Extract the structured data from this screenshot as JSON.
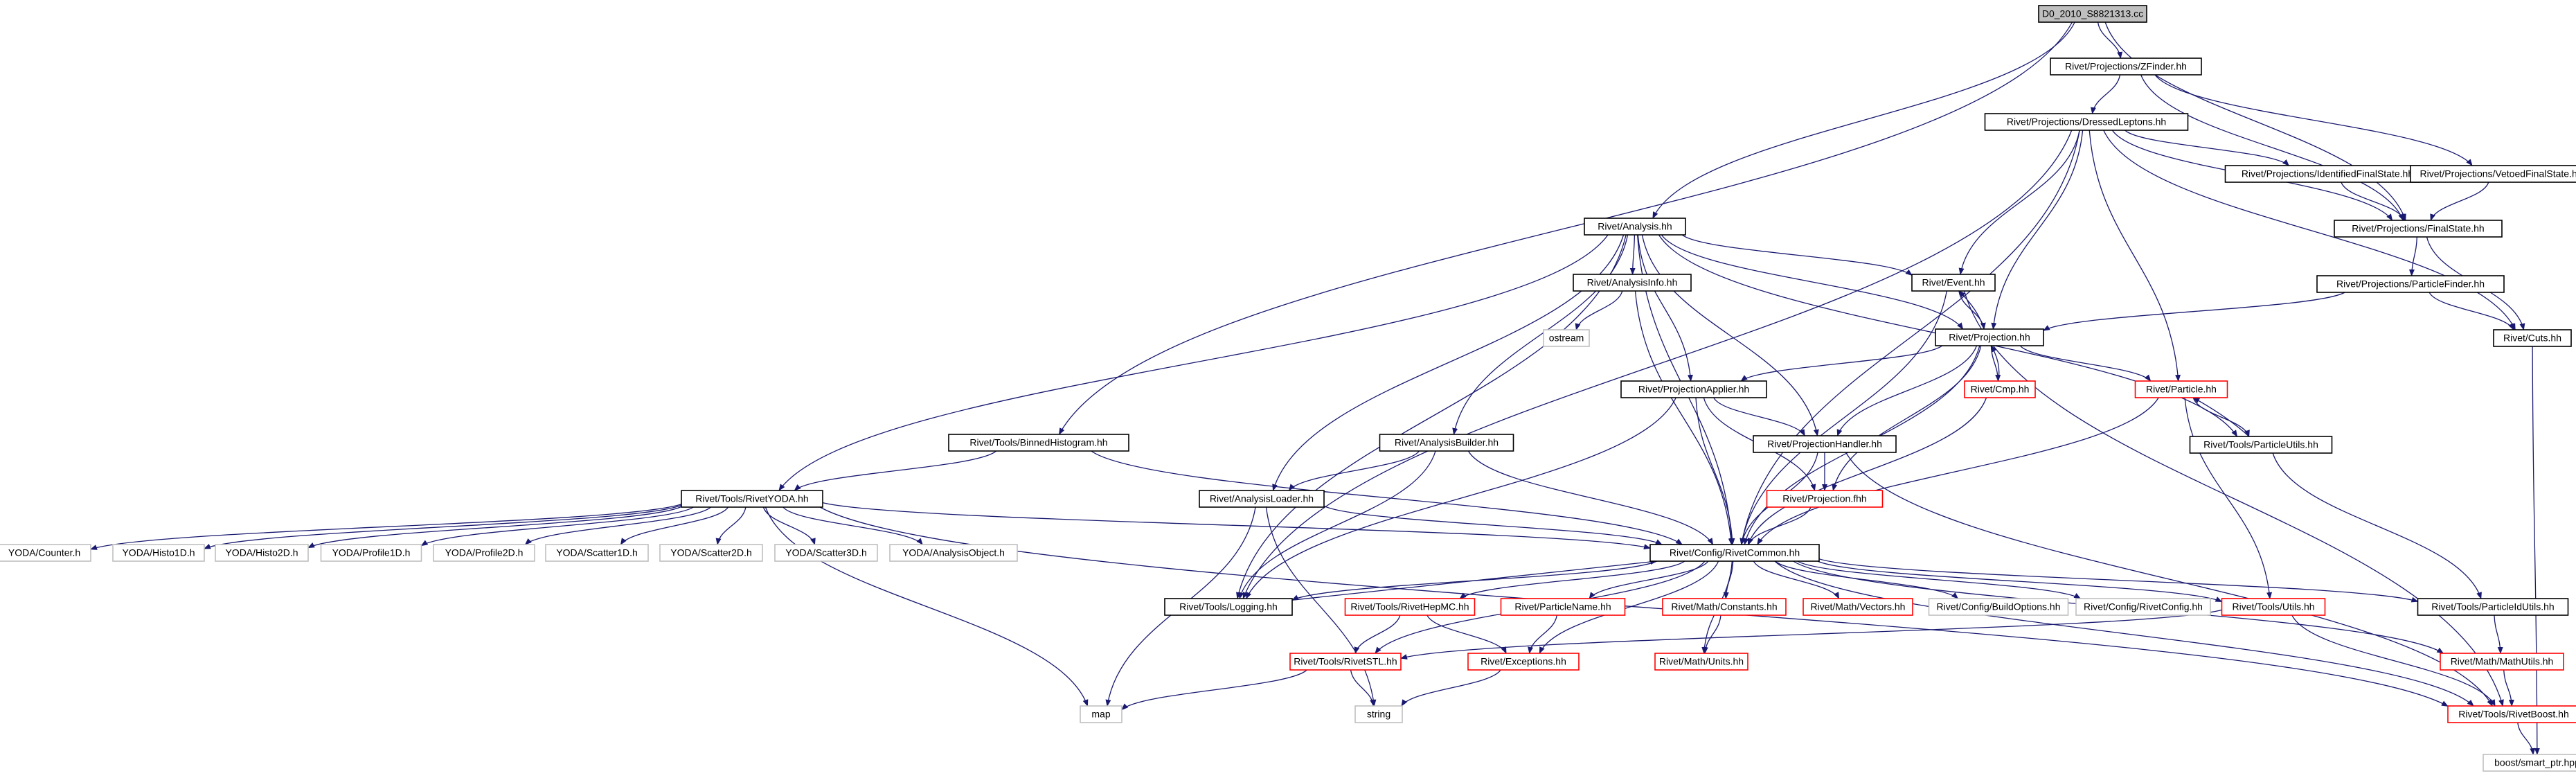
{
  "colors": {
    "edge": "#191970",
    "border_normal": "#000000",
    "border_red": "#ff0000",
    "border_gray": "#bfbfbf",
    "root_fill": "#bfbfbf",
    "text": "#000000"
  },
  "nodes": {
    "root": {
      "label": "D0_2010_S8821313.cc",
      "style": "root"
    },
    "zfinder": {
      "label": "Rivet/Projections/ZFinder.hh",
      "style": "normal"
    },
    "dressed": {
      "label": "Rivet/Projections/DressedLeptons.hh",
      "style": "normal"
    },
    "identfs": {
      "label": "Rivet/Projections/IdentifiedFinalState.hh",
      "style": "normal"
    },
    "vetoedfs": {
      "label": "Rivet/Projections/VetoedFinalState.hh",
      "style": "normal"
    },
    "finalstate": {
      "label": "Rivet/Projections/FinalState.hh",
      "style": "normal"
    },
    "analysis": {
      "label": "Rivet/Analysis.hh",
      "style": "normal"
    },
    "partfinder": {
      "label": "Rivet/Projections/ParticleFinder.hh",
      "style": "normal"
    },
    "event": {
      "label": "Rivet/Event.hh",
      "style": "normal"
    },
    "anainfo": {
      "label": "Rivet/AnalysisInfo.hh",
      "style": "normal"
    },
    "cuts": {
      "label": "Rivet/Cuts.hh",
      "style": "normal"
    },
    "projection": {
      "label": "Rivet/Projection.hh",
      "style": "normal"
    },
    "ostream": {
      "label": "ostream",
      "style": "gray"
    },
    "projapplier": {
      "label": "Rivet/ProjectionApplier.hh",
      "style": "normal"
    },
    "cmp": {
      "label": "Rivet/Cmp.hh",
      "style": "red"
    },
    "particle": {
      "label": "Rivet/Particle.hh",
      "style": "red"
    },
    "binnedhisto": {
      "label": "Rivet/Tools/BinnedHistogram.hh",
      "style": "normal"
    },
    "anabuilder": {
      "label": "Rivet/AnalysisBuilder.hh",
      "style": "normal"
    },
    "projhandler": {
      "label": "Rivet/ProjectionHandler.hh",
      "style": "normal"
    },
    "particleutils": {
      "label": "Rivet/Tools/ParticleUtils.hh",
      "style": "normal"
    },
    "rivetyoda": {
      "label": "Rivet/Tools/RivetYODA.hh",
      "style": "normal"
    },
    "analoader": {
      "label": "Rivet/AnalysisLoader.hh",
      "style": "normal"
    },
    "projfhh": {
      "label": "Rivet/Projection.fhh",
      "style": "red"
    },
    "yodacounter": {
      "label": "YODA/Counter.h",
      "style": "gray"
    },
    "yodahisto1d": {
      "label": "YODA/Histo1D.h",
      "style": "gray"
    },
    "yodahisto2d": {
      "label": "YODA/Histo2D.h",
      "style": "gray"
    },
    "yodaprofile1d": {
      "label": "YODA/Profile1D.h",
      "style": "gray"
    },
    "yodaprofile2d": {
      "label": "YODA/Profile2D.h",
      "style": "gray"
    },
    "yodascatter1d": {
      "label": "YODA/Scatter1D.h",
      "style": "gray"
    },
    "yodascatter2d": {
      "label": "YODA/Scatter2D.h",
      "style": "gray"
    },
    "yodascatter3d": {
      "label": "YODA/Scatter3D.h",
      "style": "gray"
    },
    "yodaanaobj": {
      "label": "YODA/AnalysisObject.h",
      "style": "gray"
    },
    "common": {
      "label": "Rivet/Config/RivetCommon.hh",
      "style": "normal"
    },
    "logging": {
      "label": "Rivet/Tools/Logging.hh",
      "style": "normal"
    },
    "rivethepmc": {
      "label": "Rivet/Tools/RivetHepMC.hh",
      "style": "red"
    },
    "particlename": {
      "label": "Rivet/ParticleName.hh",
      "style": "red"
    },
    "mathconst": {
      "label": "Rivet/Math/Constants.hh",
      "style": "red"
    },
    "mathvectors": {
      "label": "Rivet/Math/Vectors.hh",
      "style": "red"
    },
    "buildopts": {
      "label": "Rivet/Config/BuildOptions.hh",
      "style": "gray"
    },
    "rivetconfig": {
      "label": "Rivet/Config/RivetConfig.hh",
      "style": "gray"
    },
    "toolsutils": {
      "label": "Rivet/Tools/Utils.hh",
      "style": "red"
    },
    "particleidutils": {
      "label": "Rivet/Tools/ParticleIdUtils.hh",
      "style": "normal"
    },
    "rivetstl": {
      "label": "Rivet/Tools/RivetSTL.hh",
      "style": "red"
    },
    "exceptions": {
      "label": "Rivet/Exceptions.hh",
      "style": "red"
    },
    "mathunits": {
      "label": "Rivet/Math/Units.hh",
      "style": "red"
    },
    "mathutils": {
      "label": "Rivet/Math/MathUtils.hh",
      "style": "red"
    },
    "map": {
      "label": "map",
      "style": "gray"
    },
    "string": {
      "label": "string",
      "style": "gray"
    },
    "rivetboost": {
      "label": "Rivet/Tools/RivetBoost.hh",
      "style": "red"
    },
    "boostptr": {
      "label": "boost/smart_ptr.hpp",
      "style": "gray"
    }
  },
  "edges": [
    [
      "root",
      "zfinder"
    ],
    [
      "root",
      "analysis"
    ],
    [
      "root",
      "binnedhisto"
    ],
    [
      "root",
      "finalstate"
    ],
    [
      "zfinder",
      "dressed"
    ],
    [
      "zfinder",
      "vetoedfs"
    ],
    [
      "zfinder",
      "finalstate"
    ],
    [
      "dressed",
      "identfs"
    ],
    [
      "dressed",
      "finalstate"
    ],
    [
      "dressed",
      "event"
    ],
    [
      "dressed",
      "projection"
    ],
    [
      "dressed",
      "particle"
    ],
    [
      "dressed",
      "common"
    ],
    [
      "dressed",
      "logging"
    ],
    [
      "dressed",
      "cuts"
    ],
    [
      "identfs",
      "finalstate"
    ],
    [
      "vetoedfs",
      "finalstate"
    ],
    [
      "finalstate",
      "partfinder"
    ],
    [
      "finalstate",
      "cuts"
    ],
    [
      "partfinder",
      "projection"
    ],
    [
      "partfinder",
      "cuts"
    ],
    [
      "analysis",
      "anainfo"
    ],
    [
      "analysis",
      "event"
    ],
    [
      "analysis",
      "projection"
    ],
    [
      "analysis",
      "projapplier"
    ],
    [
      "analysis",
      "projhandler"
    ],
    [
      "analysis",
      "anabuilder"
    ],
    [
      "analysis",
      "analoader"
    ],
    [
      "analysis",
      "rivetyoda"
    ],
    [
      "analysis",
      "logging"
    ],
    [
      "analysis",
      "common"
    ],
    [
      "analysis",
      "particleutils"
    ],
    [
      "anainfo",
      "ostream"
    ],
    [
      "anainfo",
      "common"
    ],
    [
      "event",
      "projection"
    ],
    [
      "event",
      "common"
    ],
    [
      "event",
      "rivetboost"
    ],
    [
      "projection",
      "event"
    ],
    [
      "projection",
      "cmp"
    ],
    [
      "projection",
      "particle"
    ],
    [
      "projection",
      "projapplier"
    ],
    [
      "projection",
      "projhandler"
    ],
    [
      "projection",
      "projfhh"
    ],
    [
      "projection",
      "common"
    ],
    [
      "cmp",
      "projection"
    ],
    [
      "cmp",
      "common"
    ],
    [
      "particle",
      "particleutils"
    ],
    [
      "particle",
      "common"
    ],
    [
      "particle",
      "toolsutils"
    ],
    [
      "particleutils",
      "particle"
    ],
    [
      "particleutils",
      "particleidutils"
    ],
    [
      "projapplier",
      "projhandler"
    ],
    [
      "projapplier",
      "projfhh"
    ],
    [
      "projapplier",
      "common"
    ],
    [
      "projapplier",
      "logging"
    ],
    [
      "projhandler",
      "projfhh"
    ],
    [
      "projhandler",
      "common"
    ],
    [
      "projhandler",
      "rivetboost"
    ],
    [
      "projfhh",
      "common"
    ],
    [
      "anabuilder",
      "analoader"
    ],
    [
      "anabuilder",
      "logging"
    ],
    [
      "anabuilder",
      "common"
    ],
    [
      "analoader",
      "common"
    ],
    [
      "analoader",
      "map"
    ],
    [
      "analoader",
      "string"
    ],
    [
      "binnedhisto",
      "rivetyoda"
    ],
    [
      "binnedhisto",
      "common"
    ],
    [
      "rivetyoda",
      "yodacounter"
    ],
    [
      "rivetyoda",
      "yodahisto1d"
    ],
    [
      "rivetyoda",
      "yodahisto2d"
    ],
    [
      "rivetyoda",
      "yodaprofile1d"
    ],
    [
      "rivetyoda",
      "yodaprofile2d"
    ],
    [
      "rivetyoda",
      "yodascatter1d"
    ],
    [
      "rivetyoda",
      "yodascatter2d"
    ],
    [
      "rivetyoda",
      "yodascatter3d"
    ],
    [
      "rivetyoda",
      "yodaanaobj"
    ],
    [
      "rivetyoda",
      "common"
    ],
    [
      "rivetyoda",
      "map"
    ],
    [
      "rivetyoda",
      "rivetboost"
    ],
    [
      "common",
      "logging"
    ],
    [
      "common",
      "rivethepmc"
    ],
    [
      "common",
      "particlename"
    ],
    [
      "common",
      "mathconst"
    ],
    [
      "common",
      "mathvectors"
    ],
    [
      "common",
      "buildopts"
    ],
    [
      "common",
      "rivetconfig"
    ],
    [
      "common",
      "toolsutils"
    ],
    [
      "common",
      "particleidutils"
    ],
    [
      "common",
      "rivetstl"
    ],
    [
      "common",
      "exceptions"
    ],
    [
      "common",
      "mathunits"
    ],
    [
      "common",
      "mathutils"
    ],
    [
      "common",
      "rivetboost"
    ],
    [
      "logging",
      "common"
    ],
    [
      "rivethepmc",
      "rivetstl"
    ],
    [
      "rivethepmc",
      "exceptions"
    ],
    [
      "particlename",
      "exceptions"
    ],
    [
      "mathconst",
      "mathunits"
    ],
    [
      "toolsutils",
      "rivetstl"
    ],
    [
      "toolsutils",
      "rivetboost"
    ],
    [
      "particleidutils",
      "mathutils"
    ],
    [
      "rivetstl",
      "map"
    ],
    [
      "rivetstl",
      "string"
    ],
    [
      "exceptions",
      "string"
    ],
    [
      "mathutils",
      "rivetboost"
    ],
    [
      "rivetboost",
      "boostptr"
    ],
    [
      "cuts",
      "boostptr"
    ]
  ]
}
